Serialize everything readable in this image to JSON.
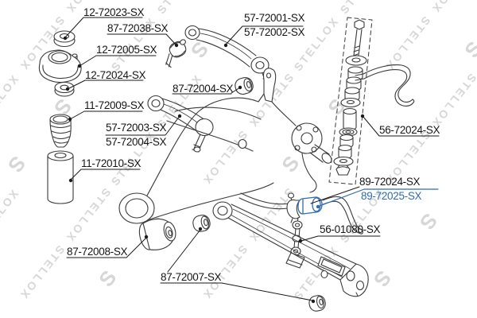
{
  "diagram": {
    "type": "auto-parts-exploded-diagram",
    "subject": "rear suspension assembly",
    "watermark": {
      "text": "STELLOX",
      "logo_glyph": "S",
      "color": "#d7d7d7"
    },
    "colors": {
      "line": "#3a3a3a",
      "label": "#151515",
      "highlight": "#2f6cb0"
    },
    "highlighted_part": "89-72025-SX",
    "labels": [
      {
        "text": "12-72023-SX"
      },
      {
        "text": "87-72038-SX"
      },
      {
        "text": "12-72005-SX"
      },
      {
        "text": "12-72024-SX"
      },
      {
        "text": "11-72009-SX"
      },
      {
        "text": "57-72003-SX"
      },
      {
        "text": "57-72004-SX"
      },
      {
        "text": "11-72010-SX"
      },
      {
        "text": "87-72008-SX"
      },
      {
        "text": "87-72007-SX"
      },
      {
        "text": "57-72001-SX"
      },
      {
        "text": "57-72002-SX"
      },
      {
        "text": "87-72004-SX"
      },
      {
        "text": "56-72024-SX"
      },
      {
        "text": "89-72024-SX"
      },
      {
        "text": "89-72025-SX"
      },
      {
        "text": "56-01080-SX"
      }
    ]
  }
}
